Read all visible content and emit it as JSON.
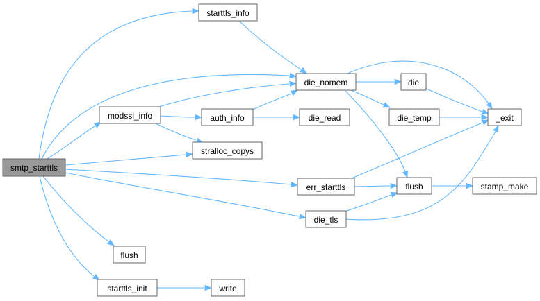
{
  "colors": {
    "edge": "#63b8ff",
    "node_border": "#666666",
    "root_fill": "#999999",
    "node_fill": "#ffffff"
  },
  "nodes": {
    "smtp_starttls": "smtp_starttls",
    "starttls_info": "starttls_info",
    "die_nomem": "die_nomem",
    "modssl_info": "modssl_info",
    "auth_info": "auth_info",
    "die_read": "die_read",
    "die": "die",
    "die_temp": "die_temp",
    "_exit": "_exit",
    "stralloc_copys": "stralloc_copys",
    "err_starttls": "err_starttls",
    "flush_mid": "flush",
    "stamp_make": "stamp_make",
    "die_tls": "die_tls",
    "flush_low": "flush",
    "starttls_init": "starttls_init",
    "write": "write"
  },
  "edges": [
    [
      "smtp_starttls",
      "starttls_info"
    ],
    [
      "smtp_starttls",
      "die_nomem"
    ],
    [
      "smtp_starttls",
      "modssl_info"
    ],
    [
      "smtp_starttls",
      "stralloc_copys"
    ],
    [
      "smtp_starttls",
      "err_starttls"
    ],
    [
      "smtp_starttls",
      "die_tls"
    ],
    [
      "smtp_starttls",
      "flush_low"
    ],
    [
      "smtp_starttls",
      "starttls_init"
    ],
    [
      "starttls_info",
      "die_nomem"
    ],
    [
      "modssl_info",
      "die_nomem"
    ],
    [
      "modssl_info",
      "auth_info"
    ],
    [
      "modssl_info",
      "stralloc_copys"
    ],
    [
      "auth_info",
      "die_nomem"
    ],
    [
      "auth_info",
      "die_read"
    ],
    [
      "die_nomem",
      "die"
    ],
    [
      "die_nomem",
      "die_temp"
    ],
    [
      "die_nomem",
      "_exit"
    ],
    [
      "die_nomem",
      "flush_mid"
    ],
    [
      "die",
      "_exit"
    ],
    [
      "die_temp",
      "_exit"
    ],
    [
      "err_starttls",
      "_exit"
    ],
    [
      "err_starttls",
      "flush_mid"
    ],
    [
      "die_tls",
      "flush_mid"
    ],
    [
      "die_tls",
      "_exit"
    ],
    [
      "flush_mid",
      "stamp_make"
    ],
    [
      "starttls_init",
      "write"
    ]
  ]
}
